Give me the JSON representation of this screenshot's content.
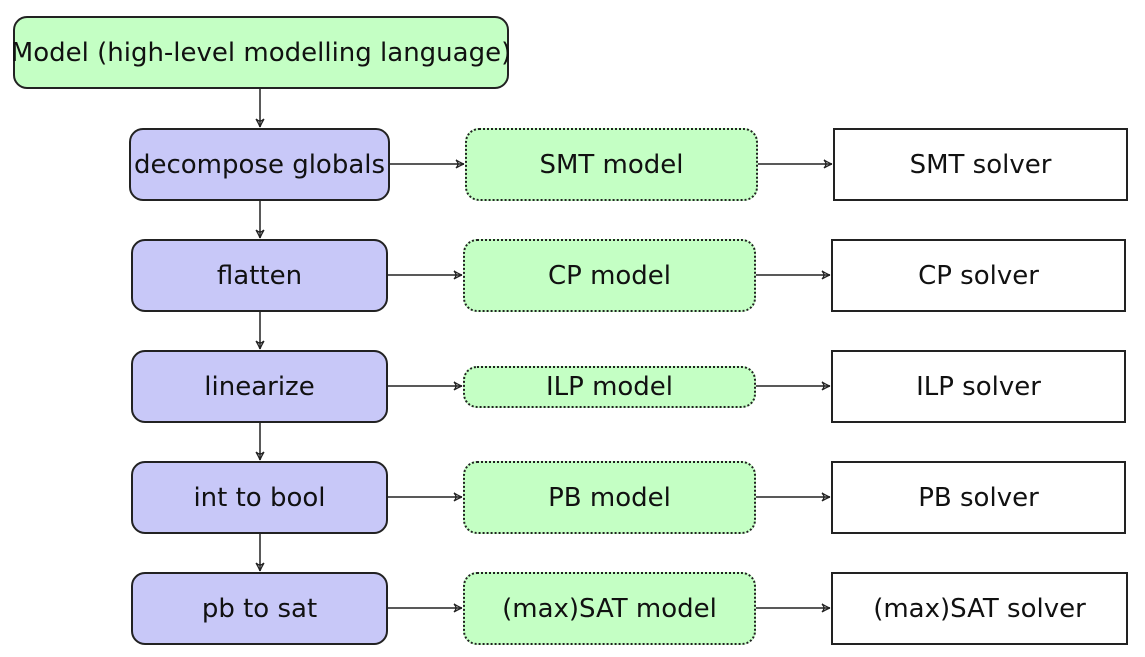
{
  "model": {
    "label": "Model (high-level modelling language)"
  },
  "rows": [
    {
      "step": "decompose globals",
      "model": "SMT model",
      "solver": "SMT solver"
    },
    {
      "step": "flatten",
      "model": "CP model",
      "solver": "CP solver"
    },
    {
      "step": "linearize",
      "model": "ILP model",
      "solver": "ILP solver"
    },
    {
      "step": "int to bool",
      "model": "PB model",
      "solver": "PB solver"
    },
    {
      "step": "pb to sat",
      "model": "(max)SAT model",
      "solver": "(max)SAT solver"
    }
  ],
  "colors": {
    "model_fill": "#c4ffc4",
    "step_fill": "#c8c8f8",
    "target_fill": "#c4ffc4",
    "solver_fill": "#ffffff",
    "stroke": "#222222"
  }
}
